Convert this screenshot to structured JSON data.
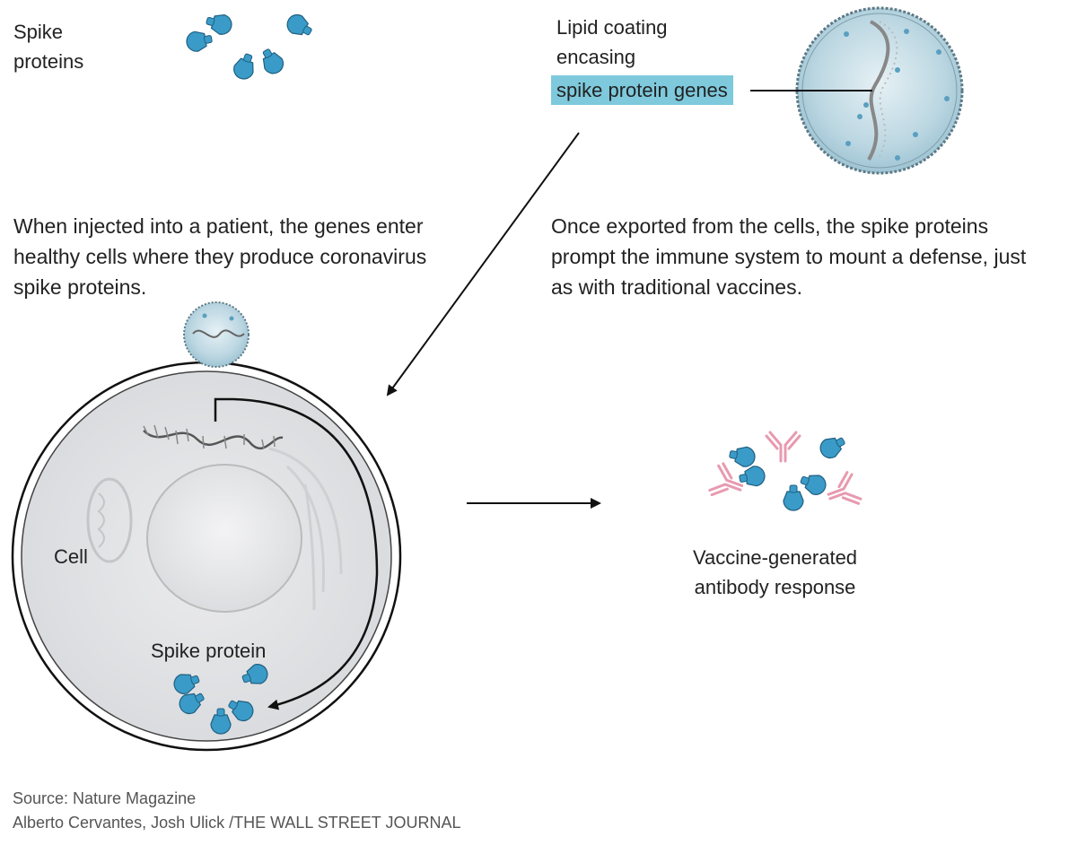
{
  "labels": {
    "spike_proteins_1": "Spike",
    "spike_proteins_2": "proteins",
    "lipid_1": "Lipid coating",
    "lipid_2": "encasing",
    "lipid_highlight": "spike protein genes",
    "left_para_1": "When injected into a patient, the genes enter",
    "left_para_2": "healthy cells where they produce coronavirus",
    "left_para_3": "spike proteins.",
    "right_para_1": "Once exported from the cells, the spike proteins",
    "right_para_2": "prompt the immune system to mount a defense, just",
    "right_para_3": "as with traditional vaccines.",
    "cell": "Cell",
    "spike_protein": "Spike protein",
    "response_1": "Vaccine-generated",
    "response_2": "antibody response"
  },
  "source": {
    "line_1": "Source: Nature Magazine",
    "line_2": "Alberto Cervantes, Josh Ulick /THE WALL STREET JOURNAL"
  },
  "colors": {
    "spike_blue": "#3a9bc8",
    "highlight": "#7ec9dc",
    "antibody_pink": "#e79ab0",
    "cell_gray": "#dfe1e4"
  },
  "icons": [
    "spike-protein-icon",
    "antibody-icon",
    "lipid-nanoparticle-icon",
    "mrna-strand-icon",
    "cell-icon",
    "arrow-icon"
  ]
}
